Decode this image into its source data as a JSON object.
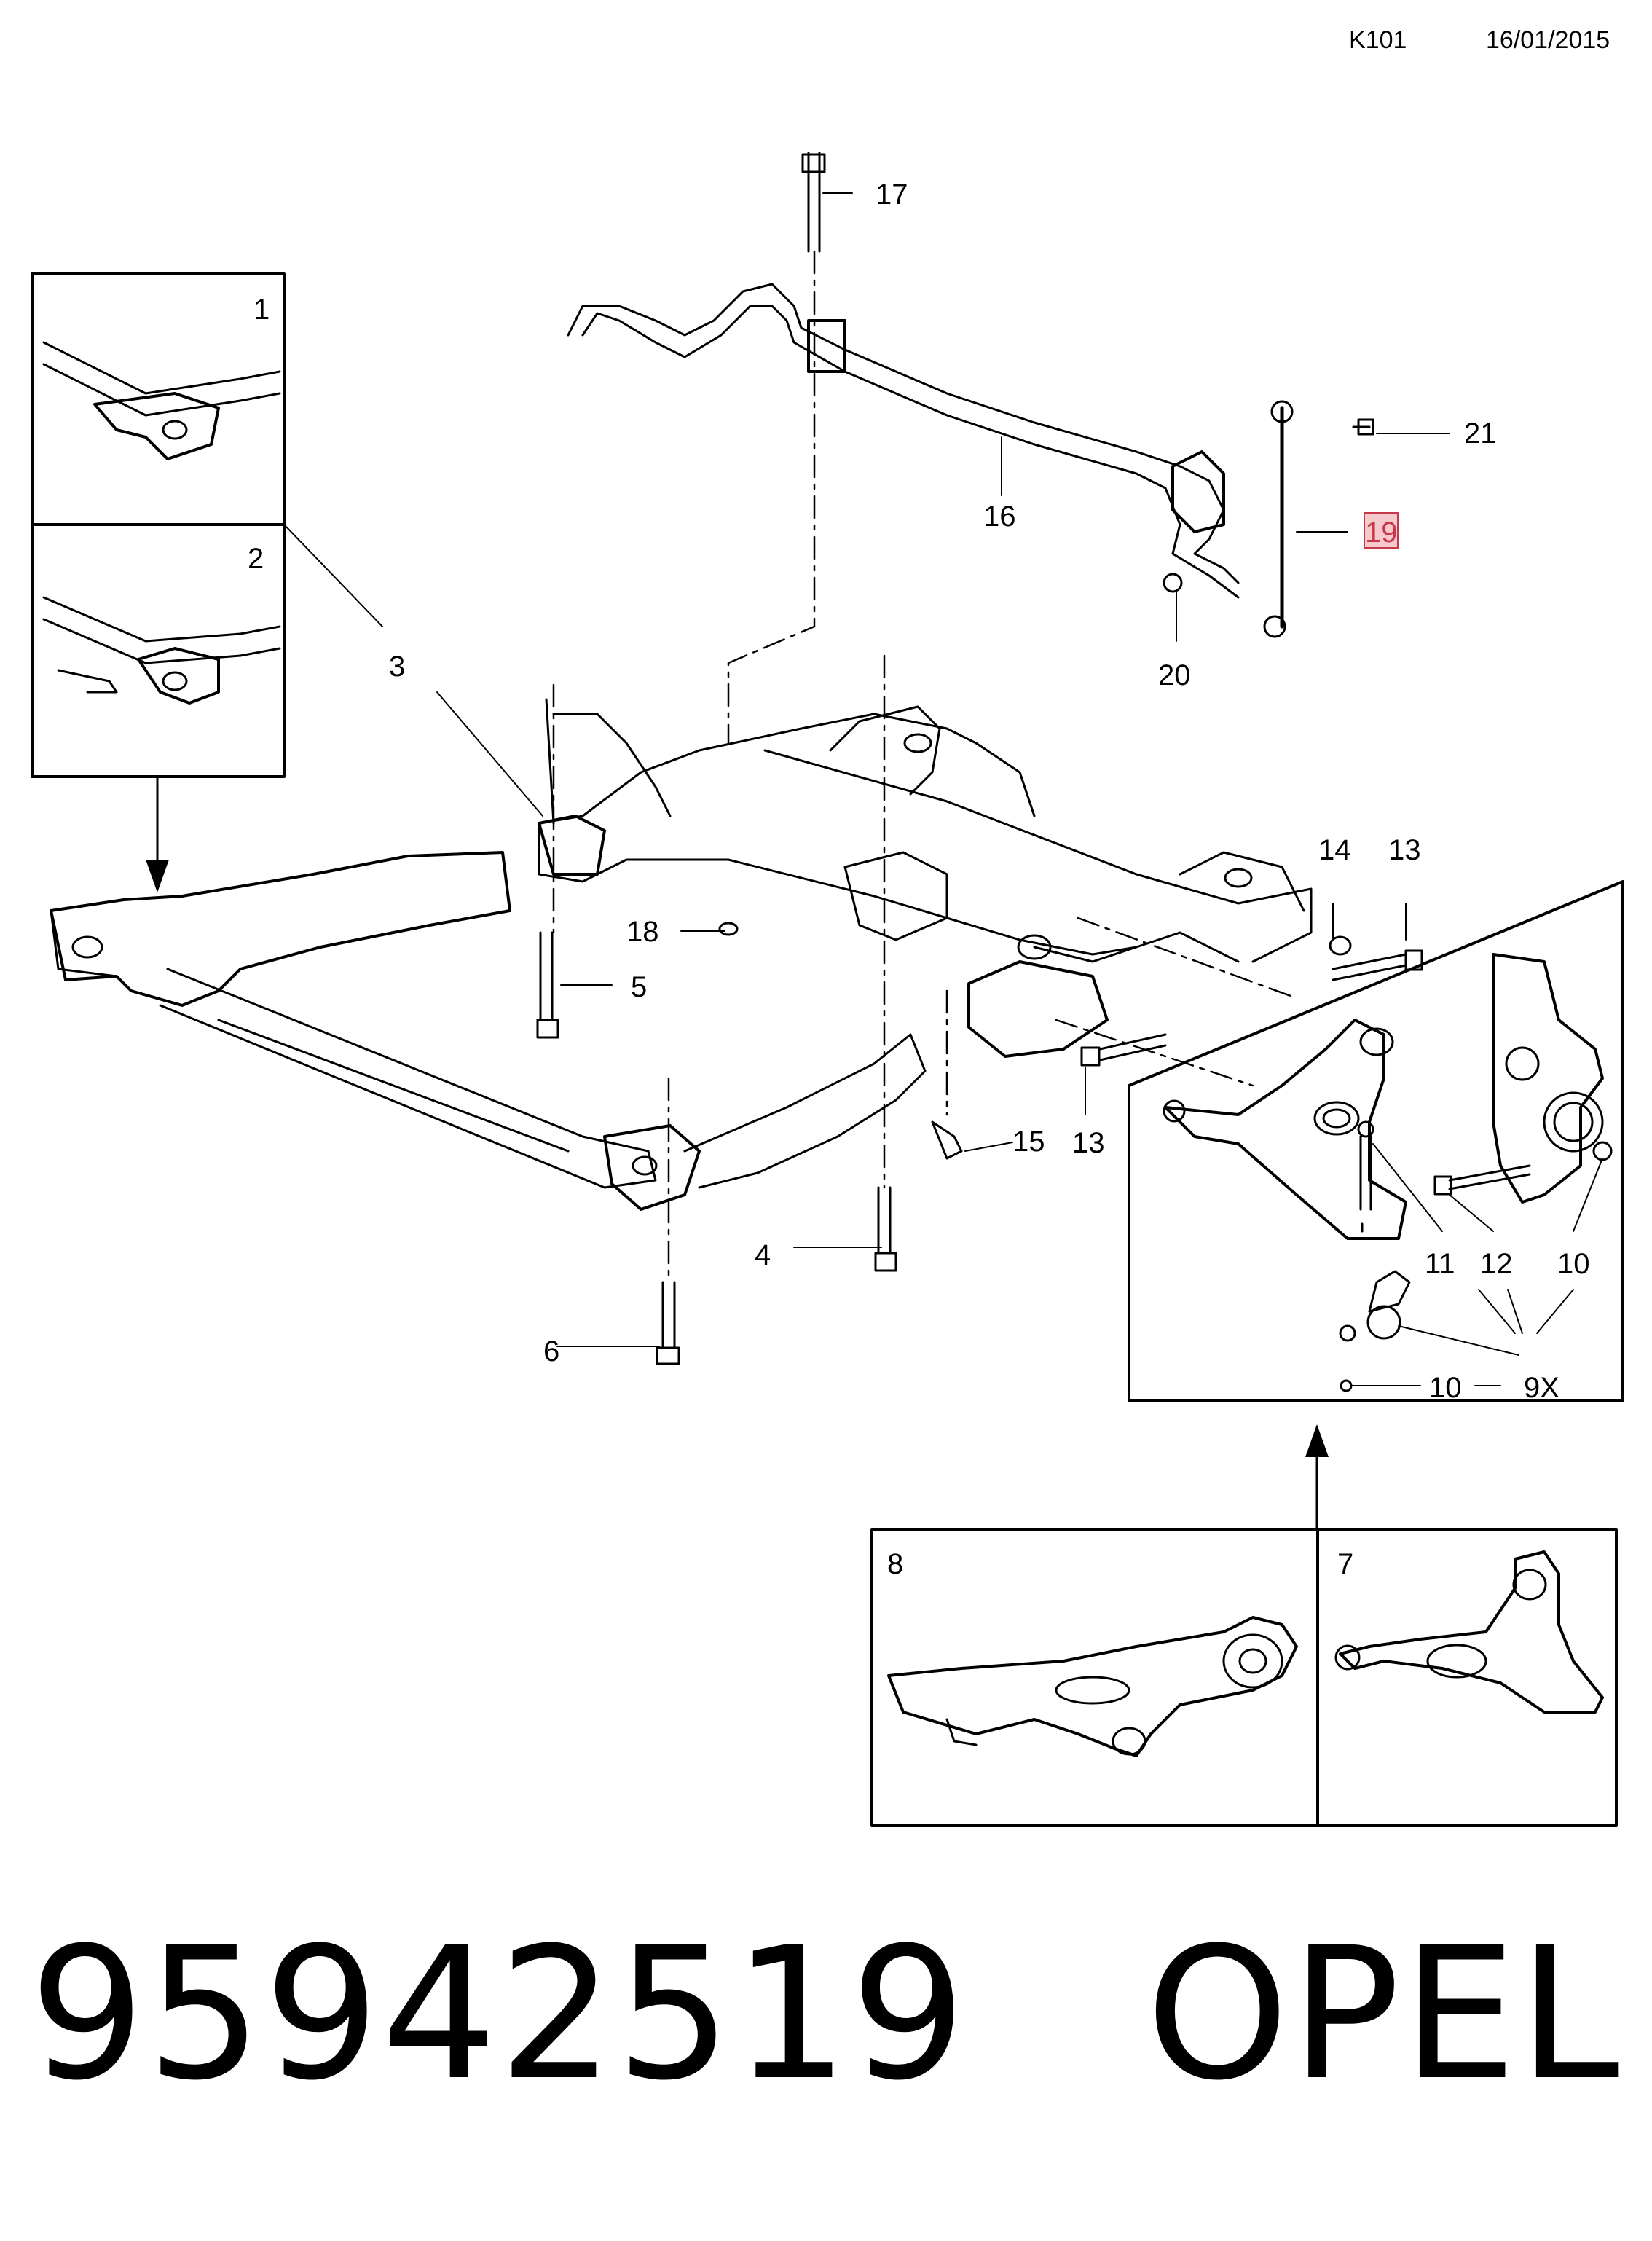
{
  "header": {
    "code": "K101",
    "date": "16/01/2015"
  },
  "footer": {
    "part_number": "95942519",
    "brand": "OPEL"
  },
  "callouts": [
    {
      "id": "c1",
      "label": "1"
    },
    {
      "id": "c2",
      "label": "2"
    },
    {
      "id": "c3",
      "label": "3"
    },
    {
      "id": "c4",
      "label": "4"
    },
    {
      "id": "c5",
      "label": "5"
    },
    {
      "id": "c6",
      "label": "6"
    },
    {
      "id": "c7",
      "label": "7"
    },
    {
      "id": "c8",
      "label": "8"
    },
    {
      "id": "c9x",
      "label": "9X"
    },
    {
      "id": "c10a",
      "label": "10"
    },
    {
      "id": "c10b",
      "label": "10"
    },
    {
      "id": "c11",
      "label": "11"
    },
    {
      "id": "c12",
      "label": "12"
    },
    {
      "id": "c13a",
      "label": "13"
    },
    {
      "id": "c13b",
      "label": "13"
    },
    {
      "id": "c14",
      "label": "14"
    },
    {
      "id": "c15",
      "label": "15"
    },
    {
      "id": "c16",
      "label": "16"
    },
    {
      "id": "c17",
      "label": "17"
    },
    {
      "id": "c18",
      "label": "18"
    },
    {
      "id": "c19",
      "label": "19",
      "highlight_color": "#c8384a"
    },
    {
      "id": "c20",
      "label": "20"
    },
    {
      "id": "c21",
      "label": "21"
    }
  ]
}
